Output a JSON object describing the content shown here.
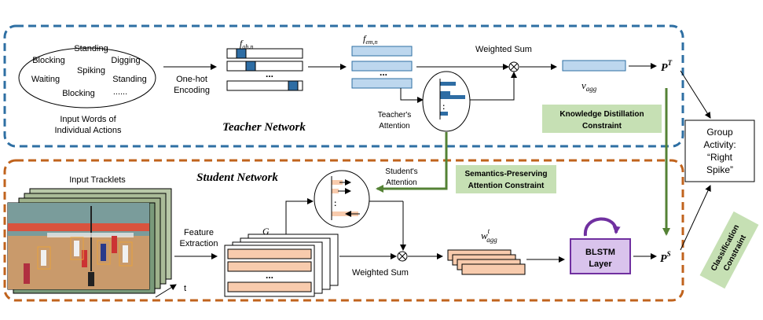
{
  "teacher": {
    "title": "Teacher Network",
    "words": [
      "Standing",
      "Blocking",
      "Digging",
      "Spiking",
      "Waiting",
      "Standing",
      "Blocking",
      "......"
    ],
    "words_caption_1": "Input Words of",
    "words_caption_2": "Individual Actions",
    "onehot_label_1": "One-hot",
    "onehot_label_2": "Encoding",
    "f_oh": "f",
    "f_oh_sub": "oh,n",
    "f_em": "f",
    "f_em_sub": "em,n",
    "dots": "...",
    "weighted_sum": "Weighted Sum",
    "v_agg": "v",
    "v_agg_sub": "agg",
    "attention_label_1": "Teacher's",
    "attention_label_2": "Attention",
    "p_t": "P",
    "p_t_sup": "T"
  },
  "student": {
    "title": "Student Network",
    "tracklets_label": "Input Tracklets",
    "t_label": "t",
    "feature_extraction_1": "Feature",
    "feature_extraction_2": "Extraction",
    "g_label": "G",
    "dots": "...",
    "attention_label_1": "Student's",
    "attention_label_2": "Attention",
    "weighted_sum": "Weighted Sum",
    "w_agg": "w",
    "w_agg_sup": "t",
    "w_agg_sub": "agg",
    "blstm_1": "BLSTM",
    "blstm_2": "Layer",
    "p_s": "P",
    "p_s_sup": "S"
  },
  "constraints": {
    "knowledge_distillation_1": "Knowledge Distillation",
    "knowledge_distillation_2": "Constraint",
    "semantics_1": "Semantics-Preserving",
    "semantics_2": "Attention Constraint",
    "classification_1": "Classification",
    "classification_2": "Constraint"
  },
  "output": {
    "line1": "Group",
    "line2": "Activity:",
    "line3": "“Right",
    "line4": "Spike”"
  },
  "colors": {
    "teacher_border": "#2e6fa3",
    "student_border": "#c0631d",
    "onehot_fill": "#2e6da4",
    "embed_fill": "#bdd7ee",
    "student_fill": "#f8cbad",
    "constraint_fill": "#c6e0b4",
    "green_arrow": "#548235",
    "blstm_fill": "#d9c3ec",
    "blstm_border": "#7030a0"
  }
}
